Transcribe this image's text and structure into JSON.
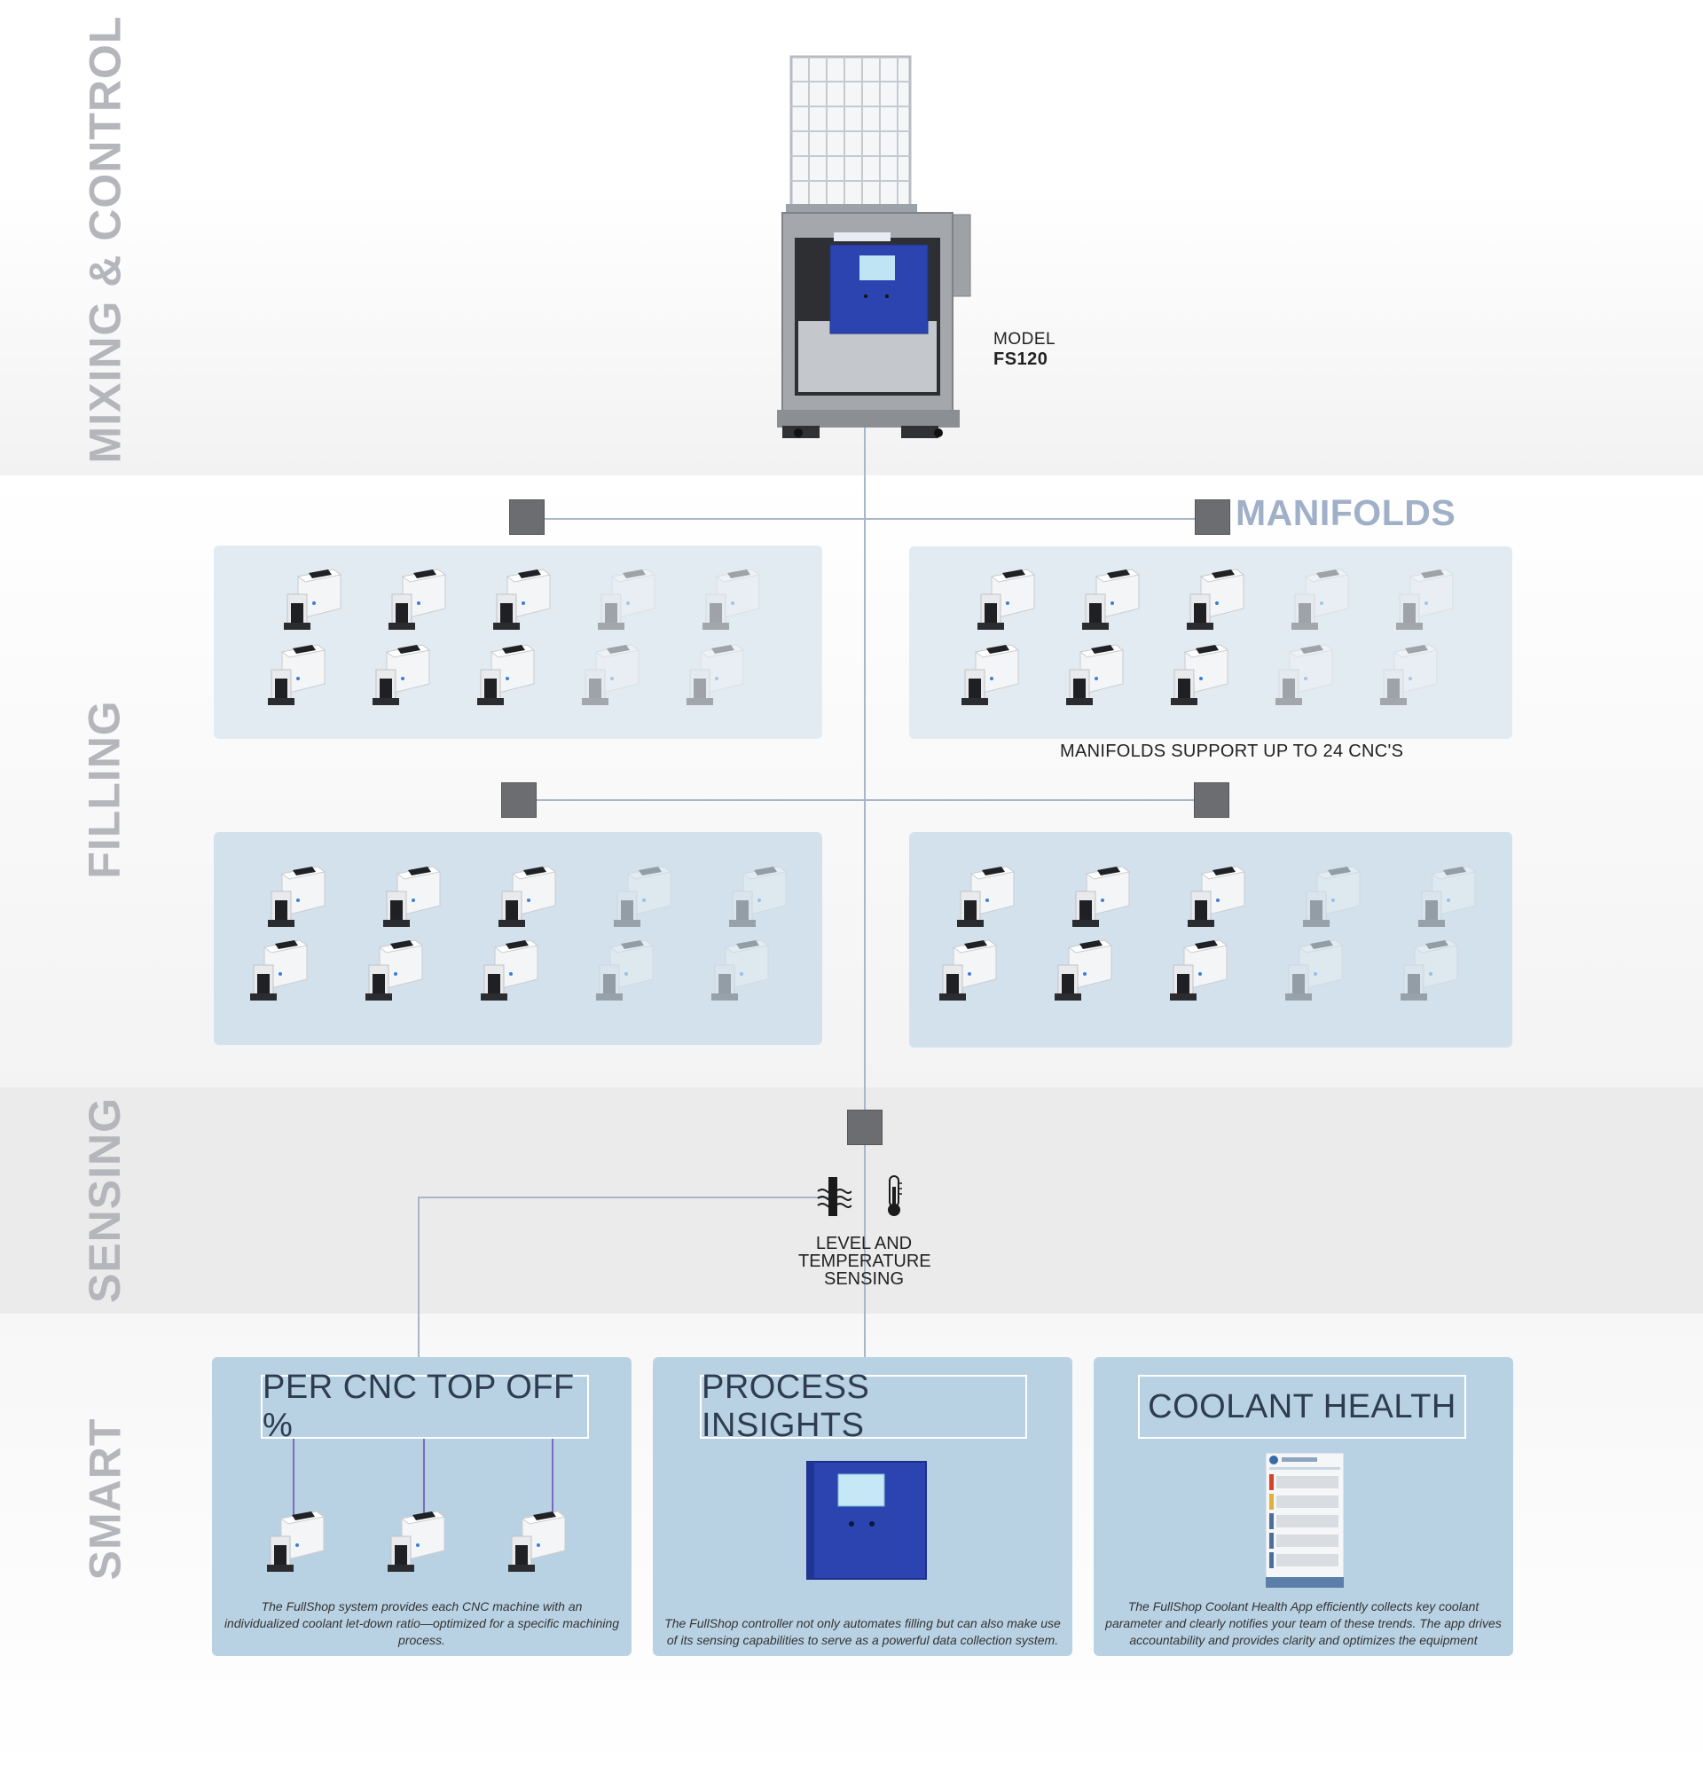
{
  "sections": {
    "mixing": "MIXING & CONTROL",
    "filling": "FILLING",
    "sensing": "SENSING",
    "smart": "SMART"
  },
  "model": {
    "prefix": "MODEL",
    "name": "FS120"
  },
  "manifolds": {
    "title": "MANIFOLDS",
    "note": "MANIFOLDS SUPPORT UP TO 24 CNC'S"
  },
  "sensing": {
    "label_line1": "LEVEL AND",
    "label_line2": "TEMPERATURE",
    "label_line3": "SENSING"
  },
  "cards": [
    {
      "title": "PER CNC TOP OFF %",
      "description": "The FullShop system provides each CNC machine with an individualized coolant let-down ratio—optimized for a specific machining process."
    },
    {
      "title": "PROCESS INSIGHTS",
      "description": "The FullShop controller not only automates filling but can also make use of its sensing capabilities to serve as a powerful data collection system."
    },
    {
      "title": "COOLANT HEALTH",
      "description": "The FullShop Coolant Health App efficiently collects key coolant parameter and clearly notifies your team of these trends. The app drives accountability and provides clarity and optimizes the equipment"
    }
  ],
  "colors": {
    "section_label": "#b4b6bb",
    "manifolds_title": "#9fb0c8",
    "panel": "#d3e1ec",
    "card": "#b9d2e3",
    "controller_blue": "#2b44b0",
    "connector": "#a7b7c9",
    "manifold_block": "#6b6d70"
  },
  "icons": [
    "level-sensor-icon",
    "thermometer-icon"
  ]
}
